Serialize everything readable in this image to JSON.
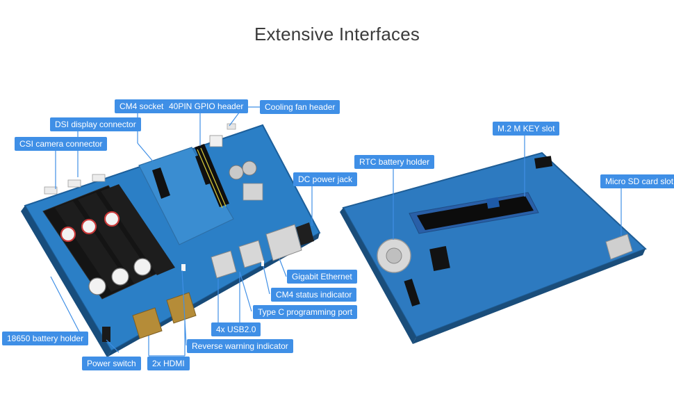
{
  "title": "Extensive Interfaces",
  "colors": {
    "callout": "#3f8fe6",
    "board_blue": "#2f7cc2",
    "board_dark": "#1b5d98",
    "battery_black": "#1a1a1a",
    "callout_line": "#3f8fe6"
  },
  "callouts": {
    "cm4_socket": "CM4 socket",
    "gpio_header": "40PIN GPIO header",
    "cooling_fan_header": "Cooling fan header",
    "dsi_connector": "DSI display connector",
    "csi_connector": "CSI camera connector",
    "dc_power_jack": "DC power jack",
    "gigabit_ethernet": "Gigabit Ethernet",
    "cm4_status_indicator": "CM4 status indicator",
    "type_c_programming_port": "Type C programming port",
    "usb2": "4x USB2.0",
    "reverse_warning_indicator": "Reverse warning indicator",
    "hdmi": "2x HDMI",
    "power_switch": "Power switch",
    "battery_holder_18650": "18650 battery holder",
    "m2_slot": "M.2 M KEY slot",
    "rtc_battery_holder": "RTC battery holder",
    "micro_sd_slot": "Micro SD card slot"
  }
}
